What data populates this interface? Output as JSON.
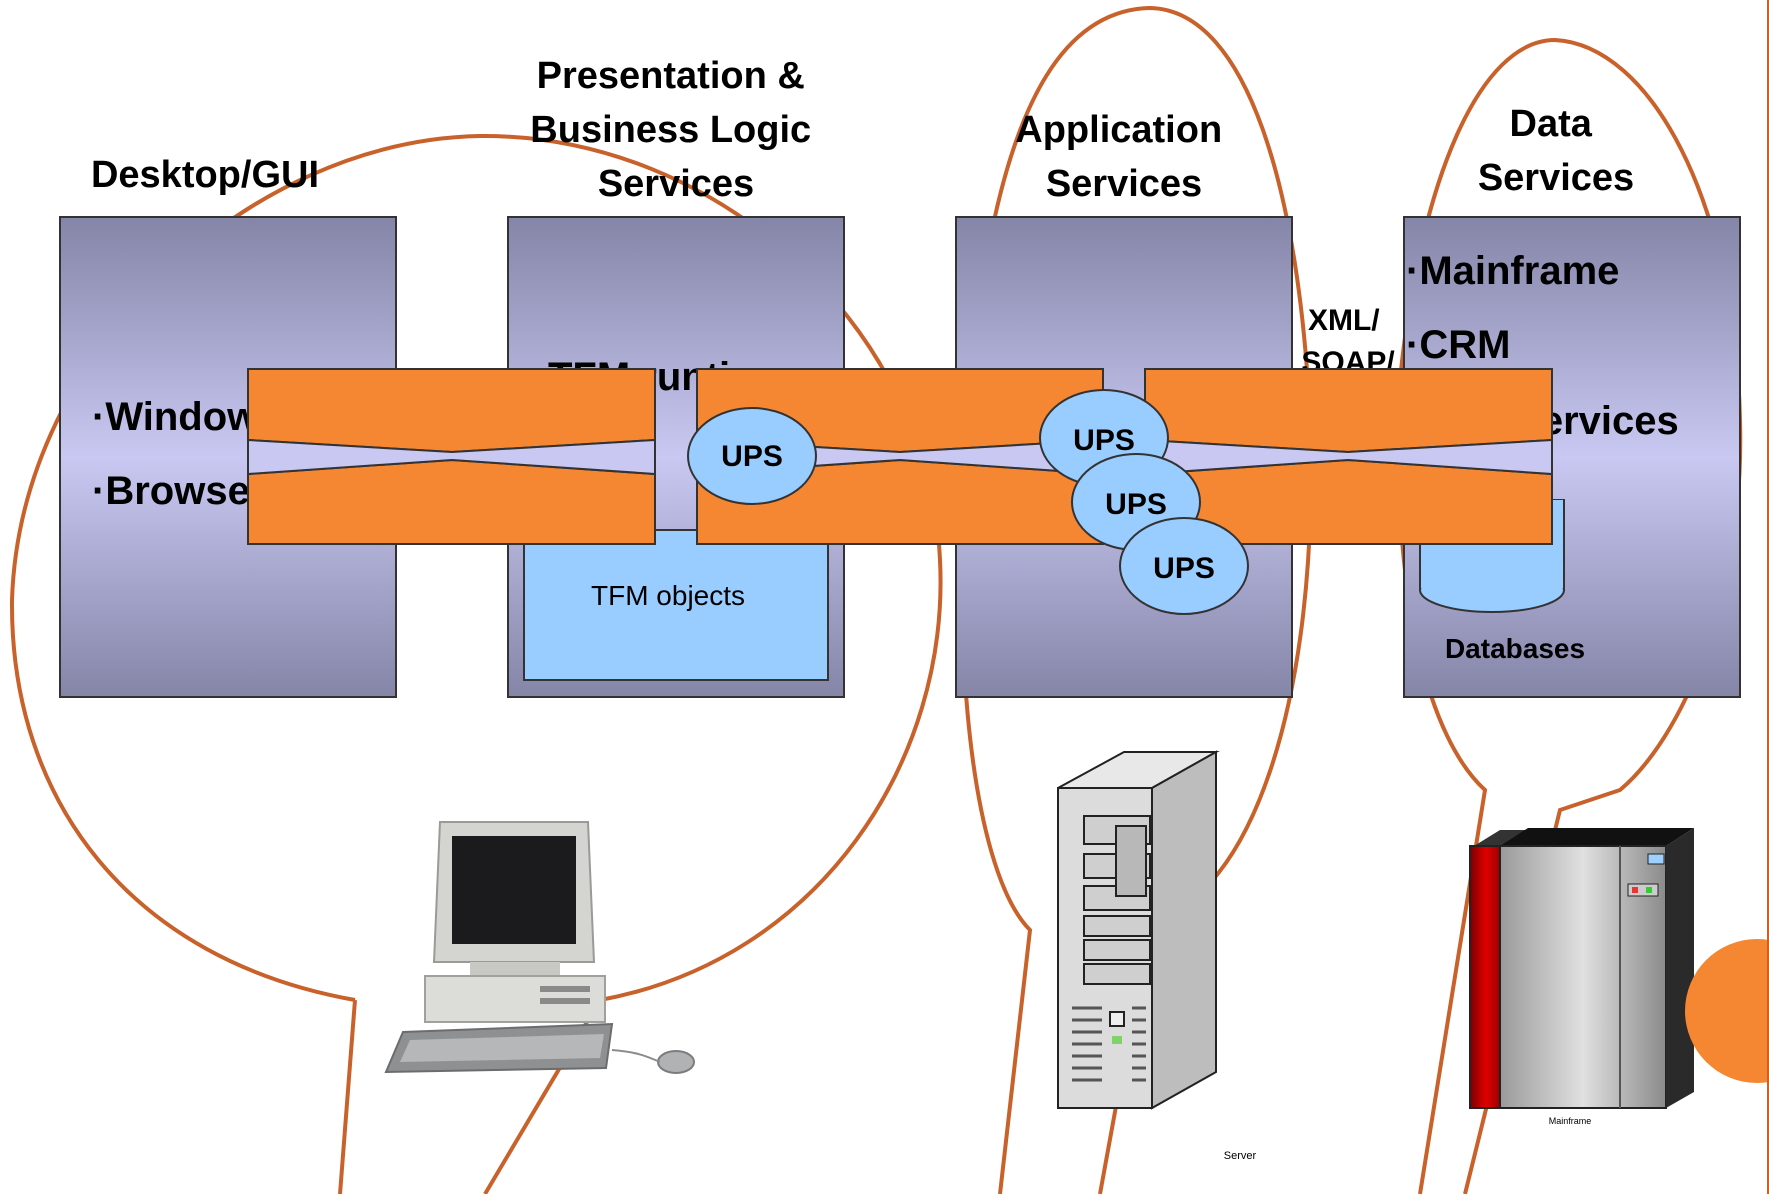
{
  "columns": {
    "desktop": {
      "title": "Desktop/GUI",
      "items": [
        "·Windows",
        "·Browser"
      ]
    },
    "presentation": {
      "title_lines": [
        "Presentation &",
        "Business Logic",
        "Services"
      ],
      "runtime_label": "TFM runtime",
      "objects_label": "TFM objects"
    },
    "application": {
      "title_lines": [
        "Application",
        "Services"
      ]
    },
    "data": {
      "title_lines": [
        "Data",
        "Services"
      ],
      "items": [
        "·Mainframe",
        "·CRM",
        "·Web Services"
      ],
      "databases_label": "Databases"
    }
  },
  "protocol_label_lines": [
    "XML/",
    "SOAP/"
  ],
  "ups_nodes": [
    "UPS",
    "UPS",
    "UPS",
    "UPS"
  ],
  "device_labels": {
    "server": "Server",
    "mainframe": "Mainframe"
  },
  "colors": {
    "orange": "#F58733",
    "outline": "#C8612A",
    "panel_top": "#8A8AAE",
    "panel_mid": "#C5C5F0",
    "ups_fill": "#99CCFF",
    "objects_fill": "#99CCFF"
  }
}
